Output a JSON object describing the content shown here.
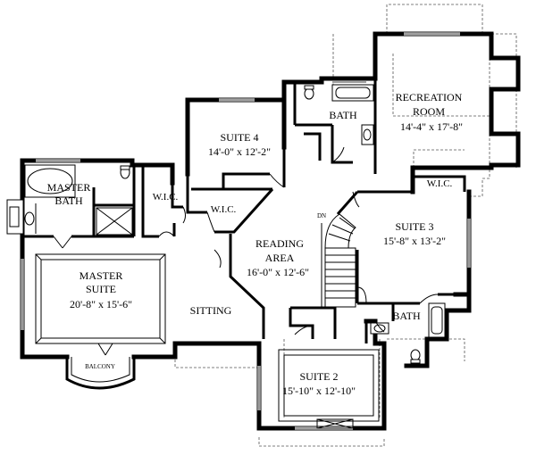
{
  "rooms": {
    "master_bath": {
      "name_line1": "MASTER",
      "name_line2": "BATH"
    },
    "master_suite": {
      "name_line1": "MASTER",
      "name_line2": "SUITE",
      "dims": "20'-8\" x 15'-6\""
    },
    "sitting": {
      "name": "SITTING"
    },
    "balcony": {
      "name": "BALCONY"
    },
    "wic_left": {
      "name": "W.I.C."
    },
    "wic_mid": {
      "name": "W.I.C."
    },
    "wic_right": {
      "name": "W.I.C."
    },
    "suite_4": {
      "name": "SUITE 4",
      "dims": "14'-0\" x 12'-2\""
    },
    "bath_top": {
      "name": "BATH"
    },
    "recreation": {
      "name_line1": "RECREATION",
      "name_line2": "ROOM",
      "dims": "14'-4\" x 17'-8\""
    },
    "reading": {
      "name_line1": "READING",
      "name_line2": "AREA",
      "dims": "16'-0\" x 12'-6\""
    },
    "suite_3": {
      "name": "SUITE 3",
      "dims": "15'-8\" x 13'-2\""
    },
    "bath_right": {
      "name": "BATH"
    },
    "suite_2": {
      "name": "SUITE 2",
      "dims": "15'-10\" x 12'-10\""
    },
    "stair": {
      "label": "DN"
    }
  }
}
